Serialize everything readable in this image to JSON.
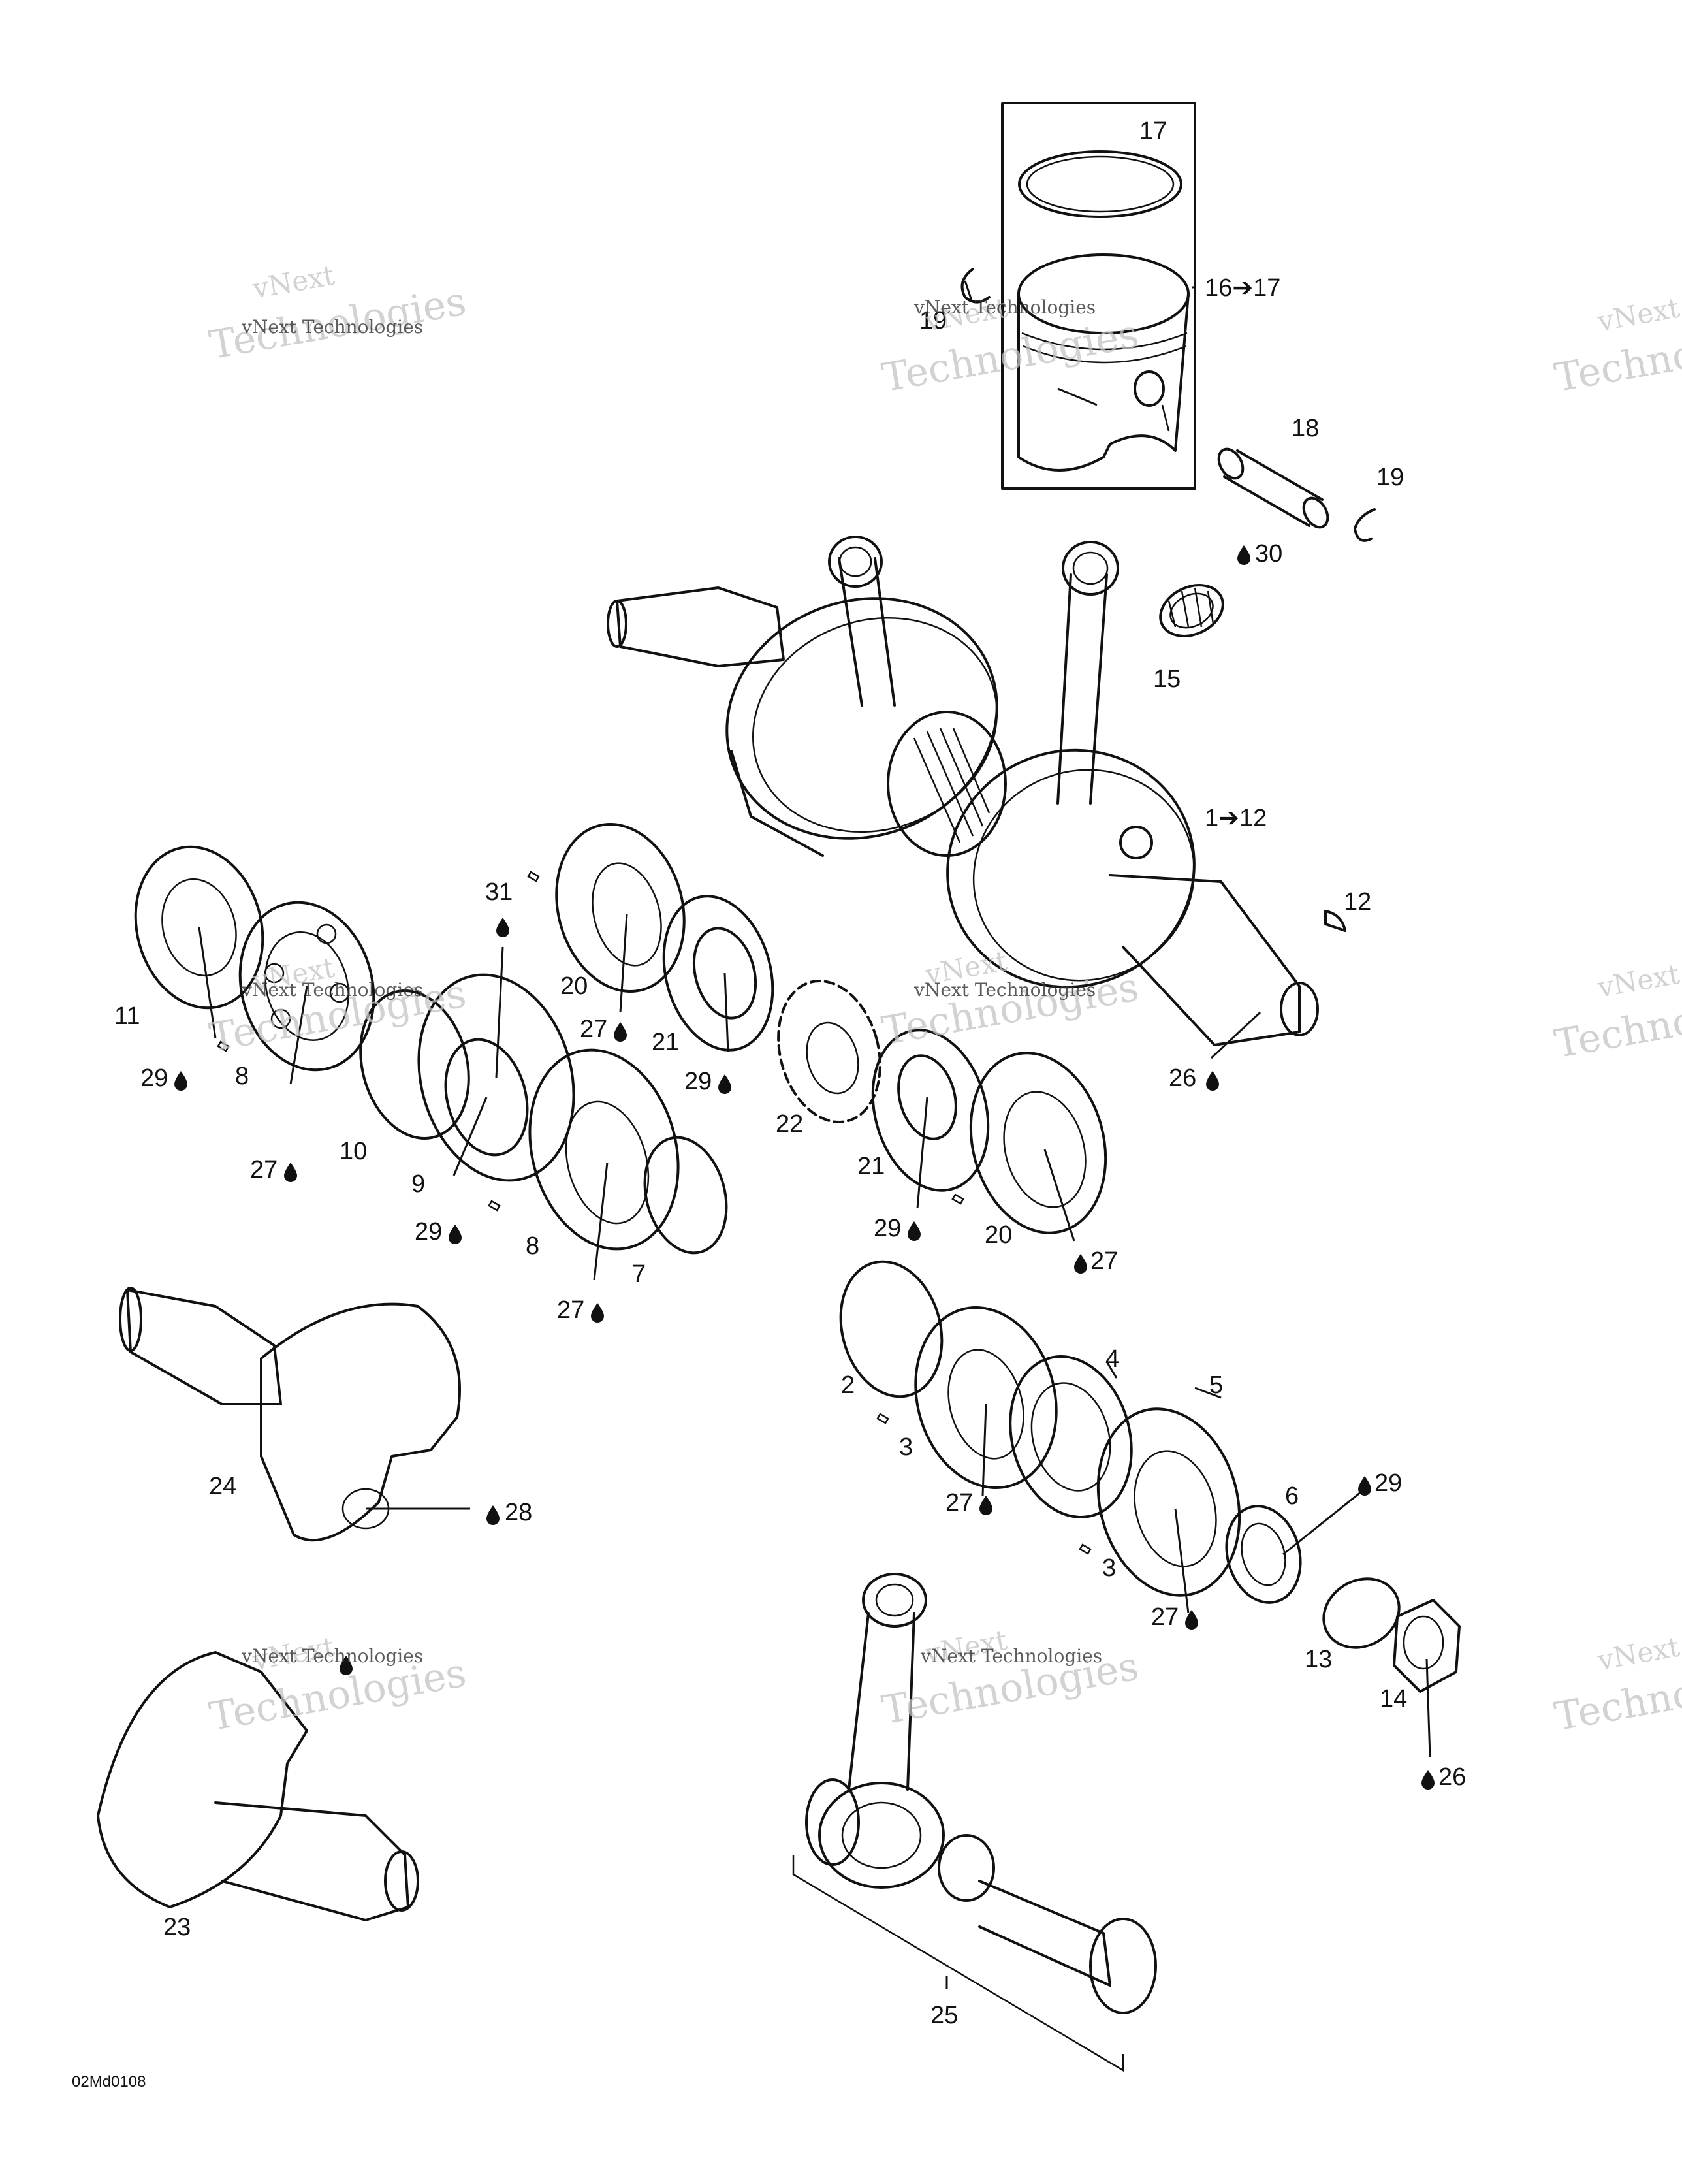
{
  "callouts": {
    "c17": "17",
    "c16_17": "16➔17",
    "c19a": "19",
    "c18": "18",
    "c19b": "19",
    "c30": "30",
    "c15": "15",
    "c1_12": "1➔12",
    "c12": "12",
    "c31": "31",
    "c11": "11",
    "c29a": "29",
    "c8a": "8",
    "c27a": "27",
    "c10": "10",
    "c9": "9",
    "c29b": "29",
    "c8b": "8",
    "c27b": "27",
    "c7": "7",
    "c20a": "20",
    "c27c": "27",
    "c21a": "21",
    "c29c": "29",
    "c22": "22",
    "c21b": "21",
    "c29d": "29",
    "c20b": "20",
    "c27d": "27",
    "c26a": "26",
    "c2": "2",
    "c4": "4",
    "c5": "5",
    "c3a": "3",
    "c27e": "27",
    "c3b": "3",
    "c27f": "27",
    "c6": "6",
    "c29e": "29",
    "c24": "24",
    "c28": "28",
    "c13": "13",
    "c14": "14",
    "c26b": "26",
    "c23": "23",
    "c25": "25"
  },
  "watermark": {
    "line1": "vNext Technologies",
    "line2": "vNext",
    "line3": "Technologies"
  },
  "figure_code": "02Md0108",
  "symbols": {
    "lubricant": "oil-drop-icon"
  }
}
